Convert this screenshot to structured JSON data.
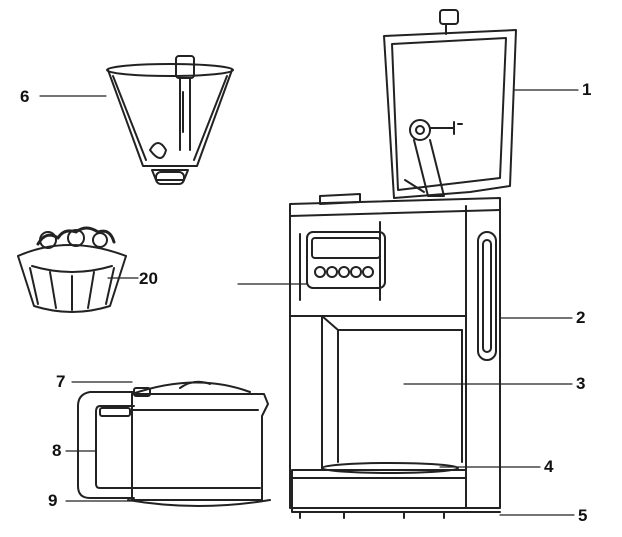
{
  "figure": {
    "description_visible": false,
    "style": "black line drawing, parts diagram of a drip coffee maker",
    "line_color": "#222222",
    "fill_color": "#ffffff"
  },
  "callouts": [
    {
      "id": "1",
      "label": "1",
      "part_icon": "lid-icon"
    },
    {
      "id": "2",
      "label": "2",
      "part_icon": "water-level-window-icon"
    },
    {
      "id": "3",
      "label": "3",
      "part_icon": "housing-icon"
    },
    {
      "id": "4",
      "label": "4",
      "part_icon": "warming-plate-icon"
    },
    {
      "id": "5",
      "label": "5",
      "part_icon": "base-icon"
    },
    {
      "id": "6",
      "label": "6",
      "part_icon": "filter-basket-icon"
    },
    {
      "id": "7",
      "label": "7",
      "part_icon": "carafe-lid-icon"
    },
    {
      "id": "8",
      "label": "8",
      "part_icon": "carafe-handle-icon"
    },
    {
      "id": "9",
      "label": "9",
      "part_icon": "carafe-icon"
    },
    {
      "id": "20",
      "label": "20",
      "part_icon": "permanent-filter-icon"
    }
  ]
}
